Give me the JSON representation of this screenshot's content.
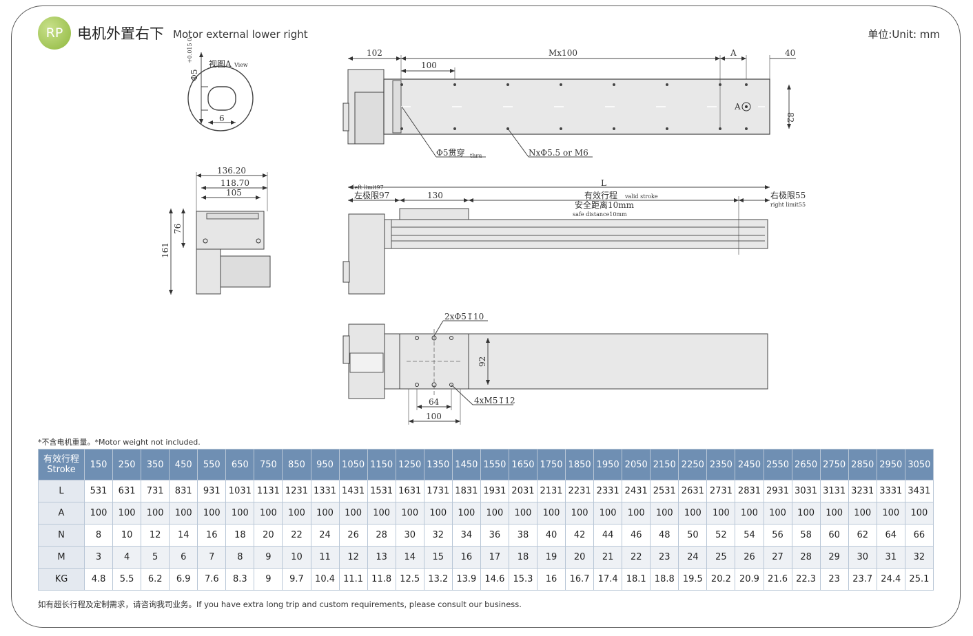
{
  "header": {
    "badge": "RP",
    "title_cn": "电机外置右下",
    "title_en": "Motor external lower right",
    "unit": "单位:Unit: mm"
  },
  "drawing": {
    "view_a_label": "视图A",
    "view_a_sub": "View",
    "phi5": "Φ5",
    "tol": "+0.015 0",
    "dim_6": "6",
    "top_102": "102",
    "top_mx100": "Mx100",
    "top_a": "A",
    "top_40": "40",
    "top_100": "100",
    "top_82": "82",
    "a_marker": "A",
    "thru_label": "Φ5贯穿",
    "thru_sub": "thru",
    "holes_label": "NxΦ5.5 or M6",
    "side_136": "136.20",
    "side_118": "118.70",
    "side_105": "105",
    "side_76": "76",
    "side_161": "161",
    "mid_L": "L",
    "left_limit_en": "left limit97",
    "left_limit_cn": "左极限97",
    "mid_130": "130",
    "valid_stroke_cn": "有效行程",
    "valid_stroke_en": "valid stroke",
    "safe_cn": "安全距离10mm",
    "safe_en": "safe distance10mm",
    "right_limit_cn": "右极限55",
    "right_limit_en": "right limit55",
    "bot_holes": "2xΦ5↧10",
    "bot_92": "92",
    "bot_64": "64",
    "bot_m5": "4xM5↧12",
    "bot_100": "100"
  },
  "note": "*不含电机重量。*Motor weight not included.",
  "table": {
    "stroke_label_cn": "有效行程",
    "stroke_label_en": "Stroke",
    "strokes": [
      "150",
      "250",
      "350",
      "450",
      "550",
      "650",
      "750",
      "850",
      "950",
      "1050",
      "1150",
      "1250",
      "1350",
      "1450",
      "1550",
      "1650",
      "1750",
      "1850",
      "1950",
      "2050",
      "2150",
      "2250",
      "2350",
      "2450",
      "2550",
      "2650",
      "2750",
      "2850",
      "2950",
      "3050"
    ],
    "rows": [
      {
        "label": "L",
        "values": [
          "531",
          "631",
          "731",
          "831",
          "931",
          "1031",
          "1131",
          "1231",
          "1331",
          "1431",
          "1531",
          "1631",
          "1731",
          "1831",
          "1931",
          "2031",
          "2131",
          "2231",
          "2331",
          "2431",
          "2531",
          "2631",
          "2731",
          "2831",
          "2931",
          "3031",
          "3131",
          "3231",
          "3331",
          "3431"
        ]
      },
      {
        "label": "A",
        "values": [
          "100",
          "100",
          "100",
          "100",
          "100",
          "100",
          "100",
          "100",
          "100",
          "100",
          "100",
          "100",
          "100",
          "100",
          "100",
          "100",
          "100",
          "100",
          "100",
          "100",
          "100",
          "100",
          "100",
          "100",
          "100",
          "100",
          "100",
          "100",
          "100",
          "100"
        ]
      },
      {
        "label": "N",
        "values": [
          "8",
          "10",
          "12",
          "14",
          "16",
          "18",
          "20",
          "22",
          "24",
          "26",
          "28",
          "30",
          "32",
          "34",
          "36",
          "38",
          "40",
          "42",
          "44",
          "46",
          "48",
          "50",
          "52",
          "54",
          "56",
          "58",
          "60",
          "62",
          "64",
          "66"
        ]
      },
      {
        "label": "M",
        "values": [
          "3",
          "4",
          "5",
          "6",
          "7",
          "8",
          "9",
          "10",
          "11",
          "12",
          "13",
          "14",
          "15",
          "16",
          "17",
          "18",
          "19",
          "20",
          "21",
          "22",
          "23",
          "24",
          "25",
          "26",
          "27",
          "28",
          "29",
          "30",
          "31",
          "32"
        ]
      },
      {
        "label": "KG",
        "values": [
          "4.8",
          "5.5",
          "6.2",
          "6.9",
          "7.6",
          "8.3",
          "9",
          "9.7",
          "10.4",
          "11.1",
          "11.8",
          "12.5",
          "13.2",
          "13.9",
          "14.6",
          "15.3",
          "16",
          "16.7",
          "17.4",
          "18.1",
          "18.8",
          "19.5",
          "20.2",
          "20.9",
          "21.6",
          "22.3",
          "23",
          "23.7",
          "24.4",
          "25.1"
        ]
      }
    ]
  },
  "footer": "如有超长行程及定制需求，请咨询我司业务。If you have extra long trip and custom requirements, please consult our business."
}
